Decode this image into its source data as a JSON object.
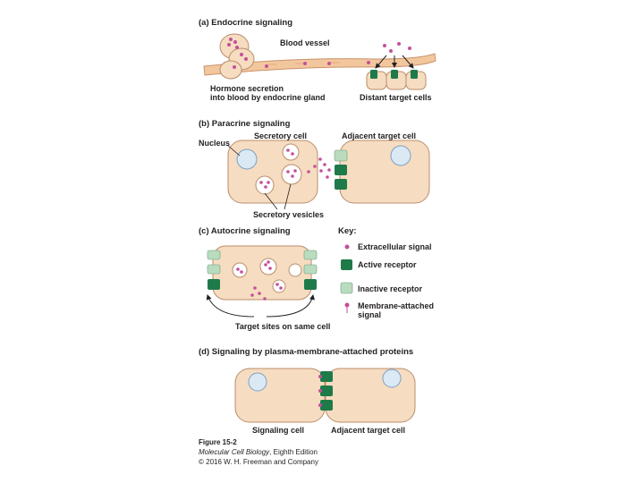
{
  "colors": {
    "cell_fill": "#f6dcc0",
    "cell_stroke": "#b98e6c",
    "nucleus_fill": "#dbe9f5",
    "nucleus_stroke": "#7aa2c6",
    "vessel_fill": "#f3c79e",
    "signal_dot": "#c4509a",
    "active_receptor": "#1f7a4a",
    "inactive_receptor": "#b9dcbf"
  },
  "panel_a": {
    "title": "(a) Endocrine signaling",
    "blood_vessel": "Blood vessel",
    "hormone_line1": "Hormone secretion",
    "hormone_line2": "into blood by endocrine gland",
    "distant_target": "Distant target cells"
  },
  "panel_b": {
    "title": "(b) Paracrine signaling",
    "nucleus": "Nucleus",
    "secretory_cell": "Secretory cell",
    "adjacent_target": "Adjacent target cell",
    "secretory_vesicles": "Secretory vesicles"
  },
  "panel_c": {
    "title": "(c) Autocrine signaling",
    "target_sites": "Target sites on same cell"
  },
  "key": {
    "title": "Key:",
    "extracellular": "Extracellular signal",
    "active": "Active receptor",
    "inactive": "Inactive receptor",
    "membrane_line1": "Membrane-attached",
    "membrane_line2": "signal"
  },
  "panel_d": {
    "title": "(d) Signaling by plasma-membrane-attached proteins",
    "signaling_cell": "Signaling cell",
    "adjacent_target": "Adjacent target cell"
  },
  "caption": {
    "figure": "Figure 15-2",
    "book": "Molecular Cell Biology",
    "edition": ", Eighth Edition",
    "copyright": "© 2016 W. H. Freeman and Company"
  }
}
